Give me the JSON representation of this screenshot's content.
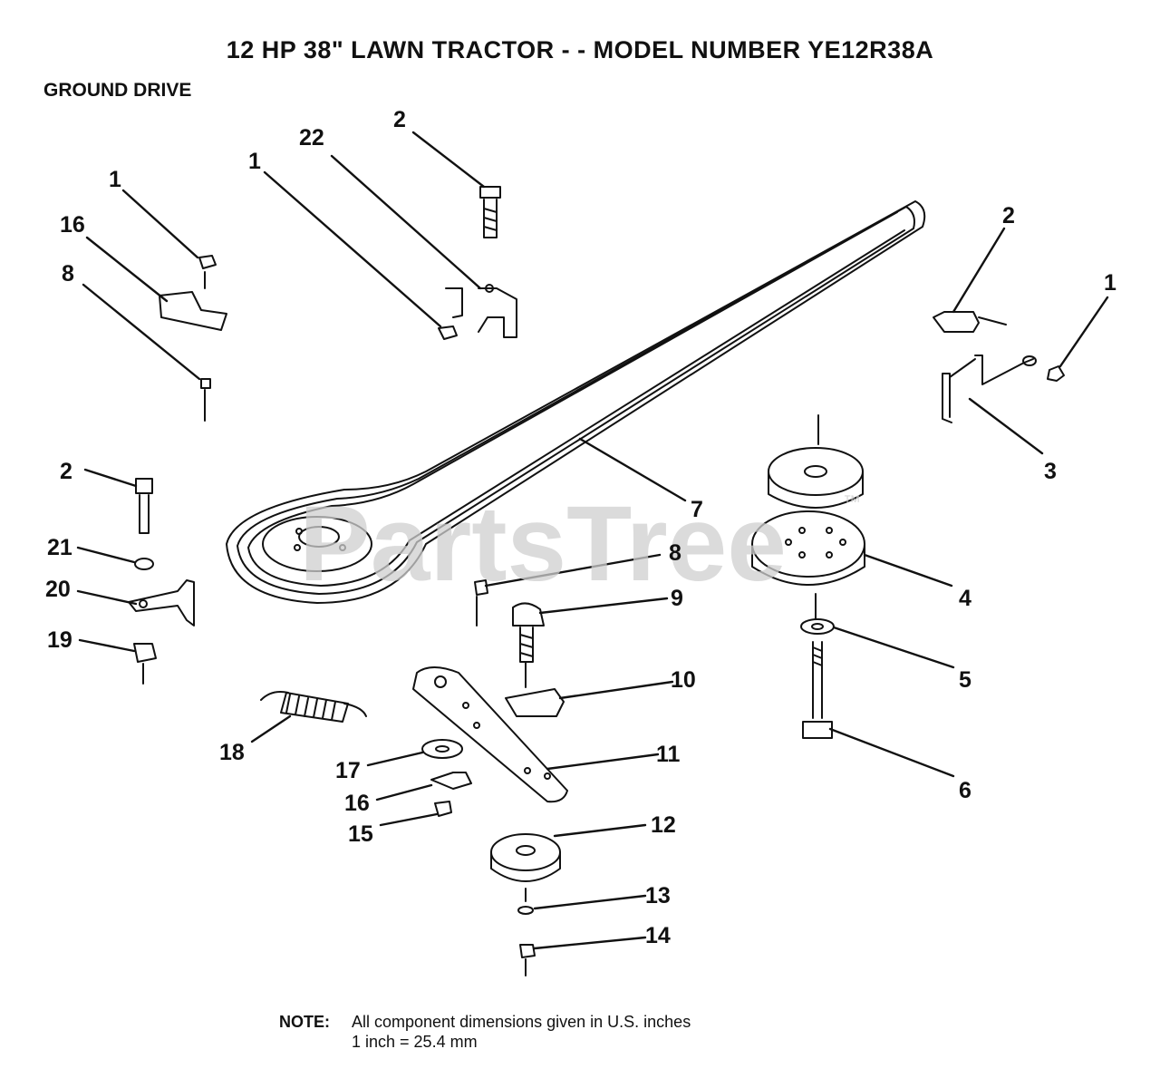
{
  "title": "12 HP 38\" LAWN TRACTOR - - MODEL NUMBER YE12R38A",
  "subtitle": "GROUND DRIVE",
  "watermark": "PartsTree",
  "watermark_mark": "™",
  "note": {
    "label": "NOTE:",
    "line1": "All component dimensions given in U.S. inches",
    "line2": "1 inch = 25.4 mm"
  },
  "callouts": [
    "1",
    "16",
    "8",
    "1",
    "22",
    "2",
    "2",
    "1",
    "3",
    "7",
    "4",
    "5",
    "6",
    "2",
    "21",
    "20",
    "19",
    "8",
    "9",
    "10",
    "11",
    "18",
    "17",
    "16",
    "15",
    "12",
    "13",
    "14"
  ],
  "colors": {
    "ink": "#111111",
    "watermark": "#cfcfcf",
    "background": "#ffffff"
  }
}
